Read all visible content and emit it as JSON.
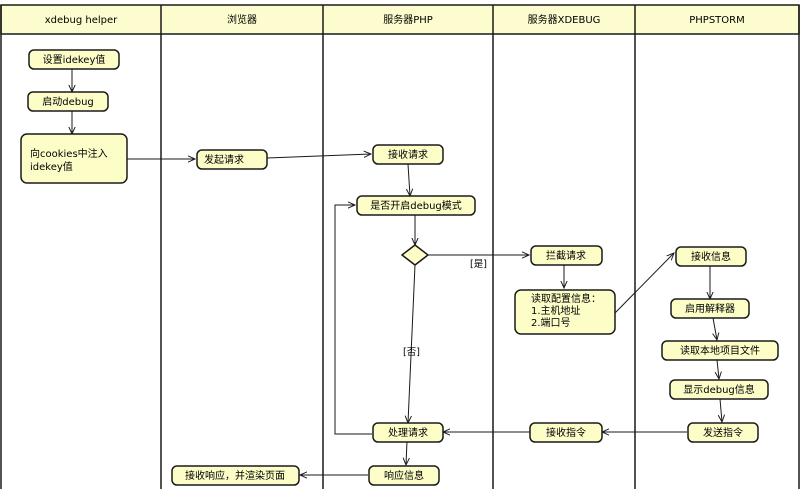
{
  "lanes": [
    {
      "id": "helper",
      "label": "xdebug helper"
    },
    {
      "id": "browser",
      "label": "浏览器"
    },
    {
      "id": "php",
      "label": "服务器PHP"
    },
    {
      "id": "xdebug",
      "label": "服务器XDEBUG"
    },
    {
      "id": "phpstorm",
      "label": "PHPSTORM"
    }
  ],
  "nodes": {
    "set_idekey": {
      "lines": [
        "设置idekey值"
      ]
    },
    "start_debug": {
      "lines": [
        "启动debug"
      ]
    },
    "inject_cookie": {
      "lines": [
        "向cookies中注入",
        "idekey值"
      ]
    },
    "send_request": {
      "lines": [
        "发起请求"
      ]
    },
    "receive_request": {
      "lines": [
        "接收请求"
      ]
    },
    "check_debug": {
      "lines": [
        "是否开启debug模式"
      ]
    },
    "intercept": {
      "lines": [
        "拦截请求"
      ]
    },
    "read_config": {
      "lines": [
        "读取配置信息：",
        "1.主机地址",
        "2.端口号"
      ]
    },
    "receive_info": {
      "lines": [
        "接收信息"
      ]
    },
    "enable_interpreter": {
      "lines": [
        "启用解释器"
      ]
    },
    "read_local": {
      "lines": [
        "读取本地项目文件"
      ]
    },
    "show_debug": {
      "lines": [
        "显示debug信息"
      ]
    },
    "send_cmd": {
      "lines": [
        "发送指令"
      ]
    },
    "receive_cmd": {
      "lines": [
        "接收指令"
      ]
    },
    "handle_request": {
      "lines": [
        "处理请求"
      ]
    },
    "response": {
      "lines": [
        "响应信息"
      ]
    },
    "render": {
      "lines": [
        "接收响应，并渲染页面"
      ]
    }
  },
  "edge_labels": {
    "yes": "[是]",
    "no": "[否]"
  },
  "colors": {
    "lane_header": "#fcfcce",
    "node_fill": "#fdfdc8",
    "stroke": "#1a1a1a"
  }
}
